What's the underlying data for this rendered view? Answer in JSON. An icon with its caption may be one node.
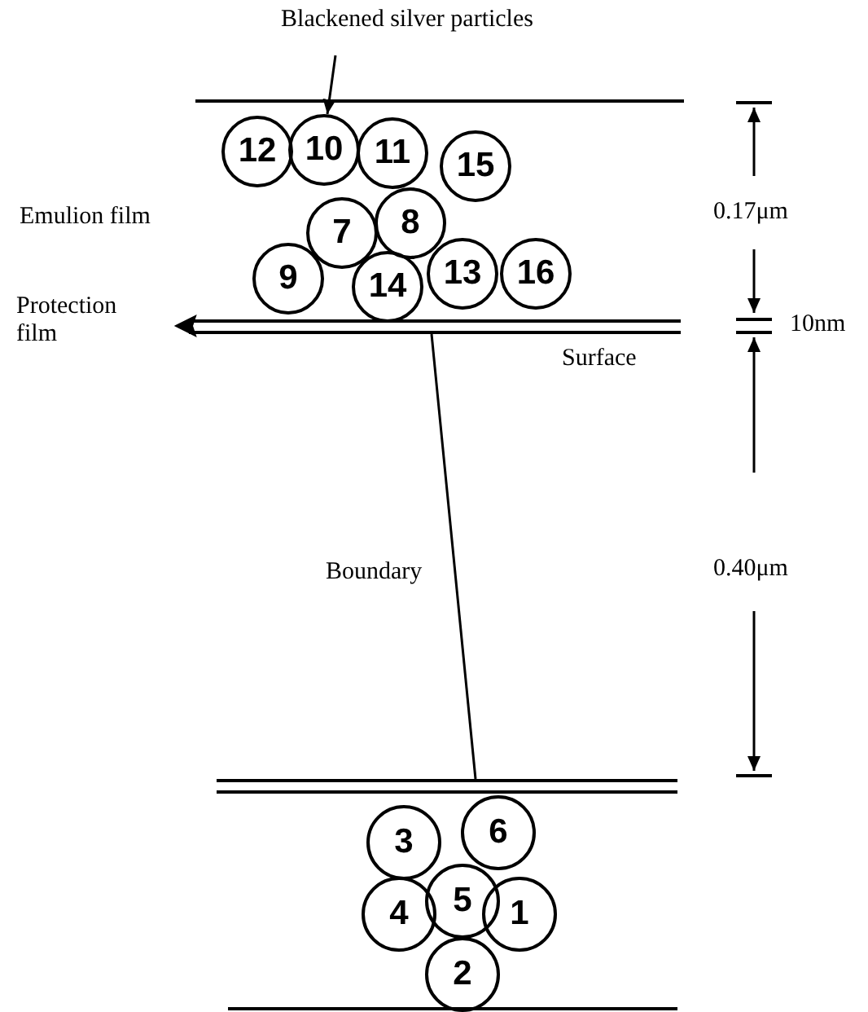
{
  "diagram": {
    "nodes": [
      {
        "text": [
          "Blackened silver particles"
        ]
      },
      {
        "text": [
          "12"
        ]
      },
      {
        "text": [
          "10"
        ]
      },
      {
        "text": [
          "11"
        ]
      },
      {
        "text": [
          "15"
        ]
      },
      {
        "text": [
          "7"
        ]
      },
      {
        "text": [
          "8"
        ]
      },
      {
        "text": [
          "9"
        ]
      },
      {
        "text": [
          "14"
        ]
      },
      {
        "text": [
          "13"
        ]
      },
      {
        "text": [
          "16"
        ]
      },
      {
        "text": [
          "3"
        ]
      },
      {
        "text": [
          "6"
        ]
      },
      {
        "text": [
          "5"
        ]
      },
      {
        "text": [
          "4"
        ]
      },
      {
        "text": [
          "1"
        ]
      },
      {
        "text": [
          "2"
        ]
      }
    ],
    "edges": [
      {
        "from": 0,
        "to": 2,
        "arrow": "to"
      }
    ],
    "labels": [
      "Emulion film",
      "0.17μm",
      "Protection film",
      "10nm",
      "Surface",
      "Boundary",
      "0.40μm"
    ]
  }
}
